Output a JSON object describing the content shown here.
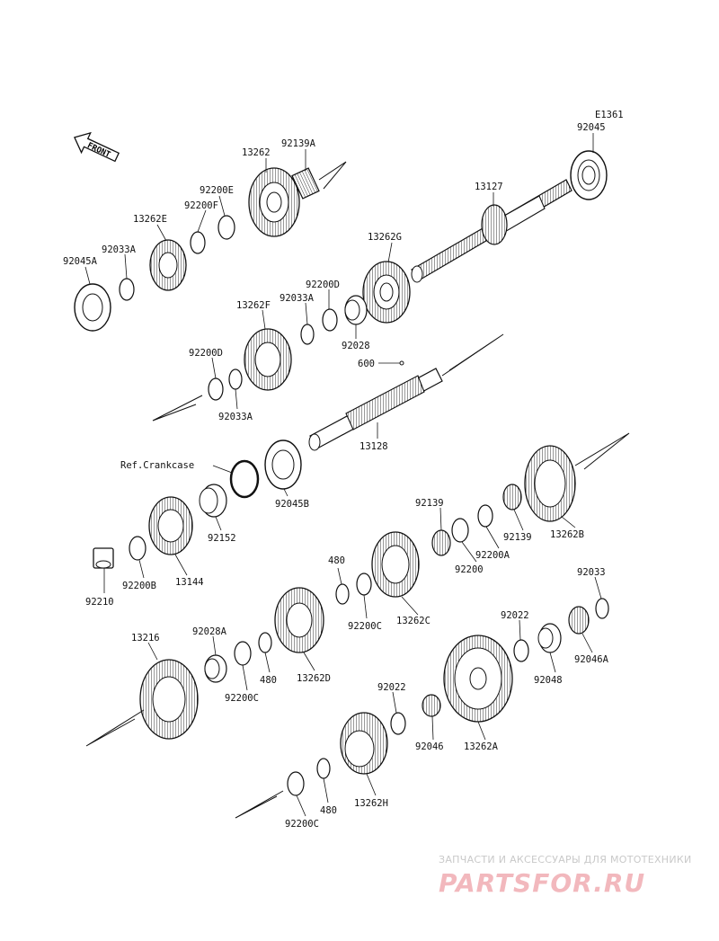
{
  "diagram": {
    "code": "E1361",
    "front_label": "FRONT",
    "ref_crankcase": "Ref.Crankcase"
  },
  "parts": {
    "p92045": "92045",
    "p13127": "13127",
    "p13262": "13262",
    "p92139A": "92139A",
    "p92200E": "92200E",
    "p92200F": "92200F",
    "p13262E": "13262E",
    "p92033A_top": "92033A",
    "p92045A": "92045A",
    "p13262G": "13262G",
    "p92200D_top": "92200D",
    "p92033A_mid": "92033A",
    "p13262F": "13262F",
    "p92028": "92028",
    "p600": "600",
    "p92200D_mid": "92200D",
    "p92033A_low": "92033A",
    "p13128": "13128",
    "p92045B": "92045B",
    "p92139_a": "92139",
    "p92152": "92152",
    "p92200B": "92200B",
    "p13144": "13144",
    "p92210": "92210",
    "p92200": "92200",
    "p92200A": "92200A",
    "p92139_b": "92139",
    "p13262B": "13262B",
    "p480_a": "480",
    "p92200C_a": "92200C",
    "p13262C": "13262C",
    "p92033": "92033",
    "p92022_a": "92022",
    "p92048": "92048",
    "p92046A": "92046A",
    "p13216": "13216",
    "p92028A": "92028A",
    "p92200C_b": "92200C",
    "p480_b": "480",
    "p13262D": "13262D",
    "p92022_b": "92022",
    "p92046": "92046",
    "p13262A": "13262A",
    "p480_c": "480",
    "p13262H": "13262H",
    "p92200C_c": "92200C"
  },
  "watermark": {
    "tagline": "ЗАПЧАСТИ И АКСЕССУАРЫ ДЛЯ МОТОТЕХНИКИ",
    "logo": "PARTSFOR.RU"
  }
}
